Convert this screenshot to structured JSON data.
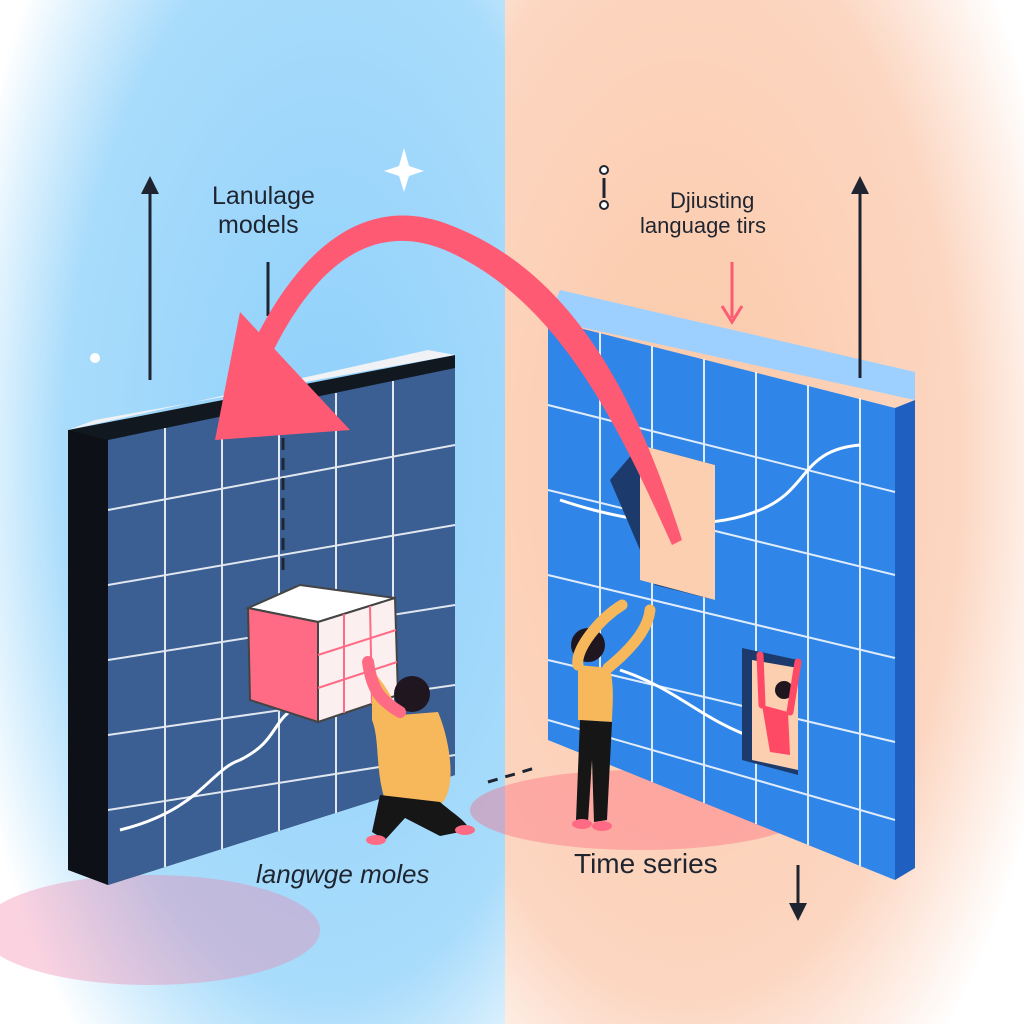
{
  "left_panel": {
    "title_line1": "Lanulage",
    "title_line2": "models",
    "caption": "langwge moles",
    "background": "#8fd0fb"
  },
  "right_panel": {
    "title_line1": "Djiusting",
    "title_line2": "language tirs",
    "caption": "Time series",
    "background": "#fbc9a8"
  },
  "colors": {
    "arrow": "#ff5a73",
    "left_wall": "#3b5e93",
    "right_wall": "#2f85e8",
    "cube": "#ff6b84",
    "shirt": "#f6b85a"
  },
  "icons": [
    "up-arrow-icon",
    "down-arrow-icon",
    "sparkle-icon",
    "curved-arrow-icon"
  ]
}
